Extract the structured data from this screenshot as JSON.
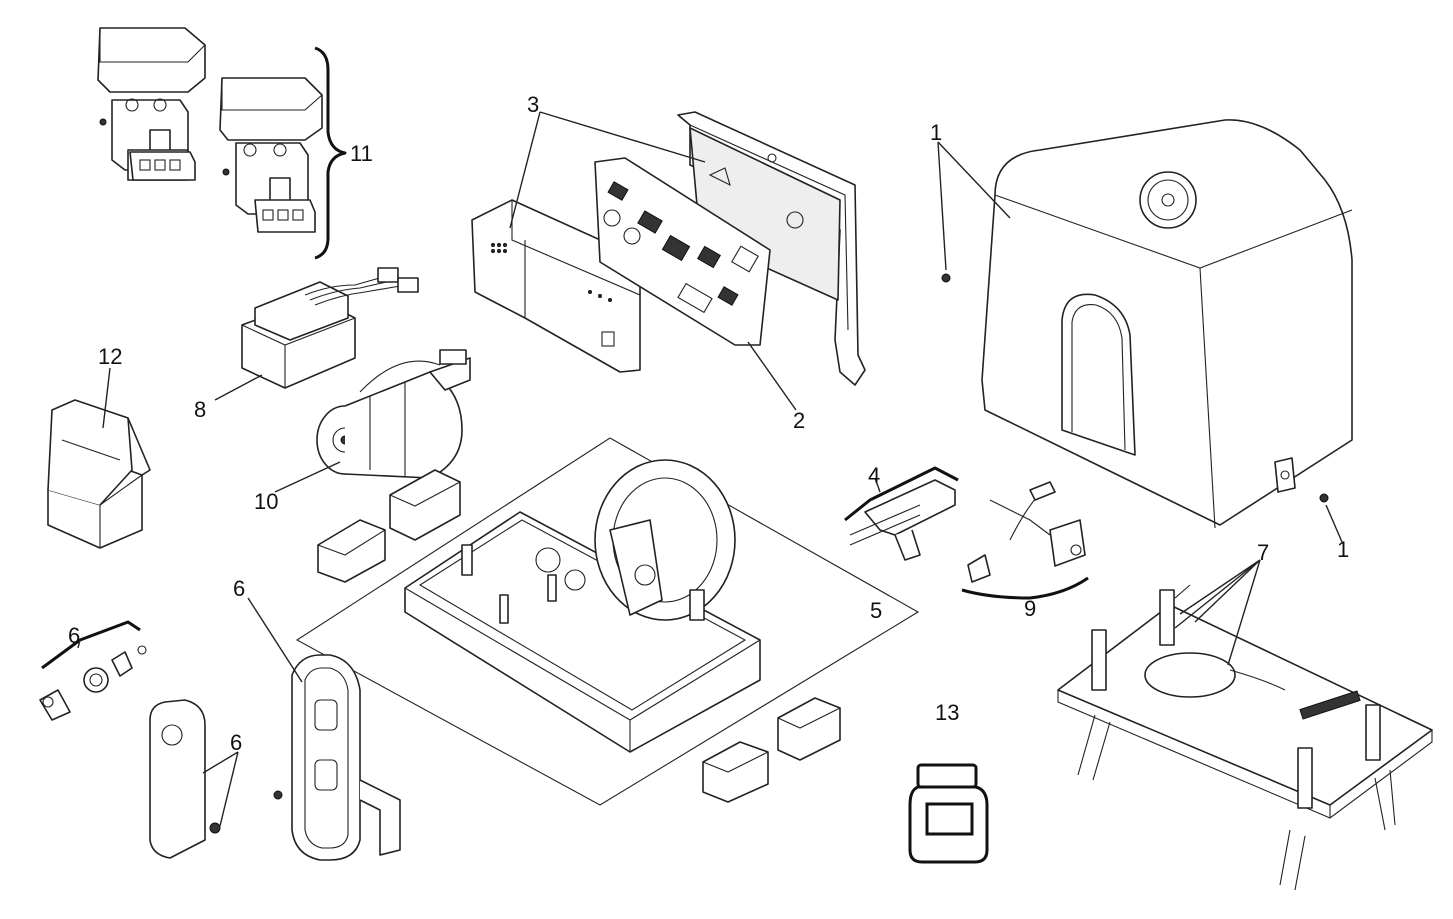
{
  "diagram": {
    "labels": {
      "l1a": "1",
      "l1b": "1",
      "l2": "2",
      "l3": "3",
      "l4": "4",
      "l5": "5",
      "l6a": "6",
      "l6b": "6",
      "l6c": "6",
      "l7": "7",
      "l8": "8",
      "l9": "9",
      "l10": "10",
      "l11": "11",
      "l12": "12",
      "l13": "13"
    },
    "colors": {
      "line": "#222222",
      "fill": "#ffffff",
      "shade": "#eeeeee"
    }
  }
}
